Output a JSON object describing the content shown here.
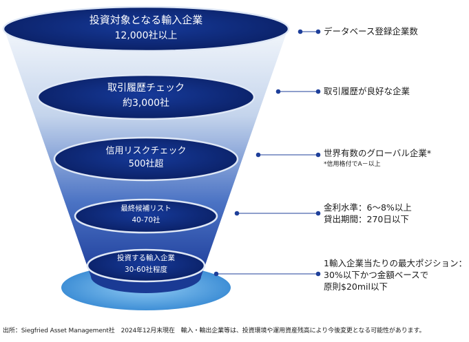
{
  "stages": [
    {
      "title": "投資対象となる輸入企業",
      "count": "12,000社以上",
      "note": "データベース登録企業数",
      "note_sub": ""
    },
    {
      "title": "取引履歴チェック",
      "count": "約3,000社",
      "note": "取引履歴が良好な企業",
      "note_sub": ""
    },
    {
      "title": "信用リスクチェック",
      "count": "500社超",
      "note": "世界有数のグローバル企業*",
      "note_sub": "*信用格付でA－以上"
    },
    {
      "title": "最終候補リスト",
      "count": "40-70社",
      "note": "金利水準：6～8%以上\n貸出期間：270日以下",
      "note_sub": ""
    },
    {
      "title": "投資する輸入企業",
      "count": "30-60社程度",
      "note": "1輸入企業当たりの最大ポジション：\n30%以下かつ金額ベースで\n原則$20mil以下",
      "note_sub": ""
    }
  ],
  "footer": "出所：Siegfried Asset Management社　2024年12月末現在　輸入・輸出企業等は、投資環境や運用資産残高により今後変更となる可能性があります。",
  "colors": {
    "dark_navy": "#0a1f63",
    "mid_blue": "#2a5bb8",
    "light_blue": "#dde8f6",
    "connector": "#1e3f9a",
    "base": "#5aa9e6"
  }
}
